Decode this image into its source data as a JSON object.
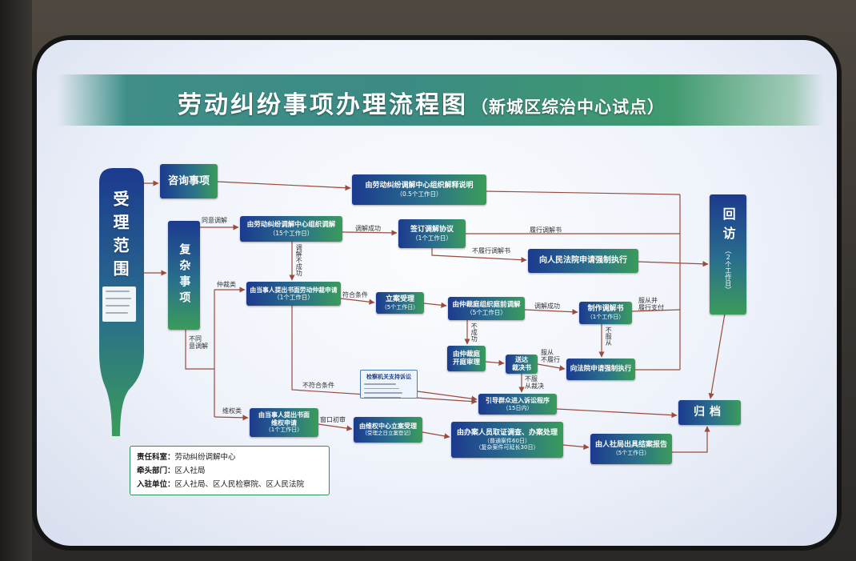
{
  "title": {
    "main": "劳动纠纷事项办理流程图",
    "sub": "（新城区综治中心试点）"
  },
  "colors": {
    "node_start": "#1c3a8e",
    "node_mid": "#2a6f8c",
    "node_end": "#3a9c5a",
    "edge": "#9b4b3b",
    "title_band": "#3f8f88",
    "info_border": "#2f8f5b"
  },
  "nodes": {
    "scope": {
      "label": "受理范围"
    },
    "consult": {
      "label": "咨询事项"
    },
    "complex": {
      "label": "复杂事项"
    },
    "explain": {
      "label": "由劳动纠纷调解中心组织解释说明",
      "time": "（0.5个工作日）"
    },
    "mediate": {
      "label": "由劳动纠纷调解中心组织调解",
      "time": "（15个工作日）"
    },
    "sign": {
      "label": "签订调解协议",
      "time": "（1个工作日）"
    },
    "court_enforce": {
      "label": "向人民法院申请强制执行"
    },
    "arbitration_apply": {
      "label": "由当事人提出书面劳动仲裁申请",
      "time": "（1个工作日）"
    },
    "accept": {
      "label": "立案受理",
      "time": "（5个工作日）"
    },
    "pre_mediation": {
      "label": "由仲裁庭组织庭前调解",
      "time": "（5个工作日）"
    },
    "mediation_doc": {
      "label": "制作调解书",
      "time": "（1个工作日）"
    },
    "trial": {
      "lines": [
        "由仲裁庭",
        "开庭审理"
      ]
    },
    "award": {
      "lines": [
        "送达",
        "裁决书"
      ]
    },
    "enforce": {
      "label": "向法院申请强制执行"
    },
    "procuratorate": {
      "label": "检察机关支持诉讼"
    },
    "litigation": {
      "label": "引导群众进入诉讼程序",
      "time": "（15日内）"
    },
    "rights_apply": {
      "lines": [
        "由当事人提出书面",
        "维权申请"
      ],
      "time": "（1个工作日）"
    },
    "rights_center": {
      "label": "由维权中心立案受理",
      "time": "（受理之日立案登记）"
    },
    "investigate": {
      "label": "由办案人员取证调查、办案处理",
      "time": [
        "（普通案件60日）",
        "（复杂案件可延长30日）"
      ]
    },
    "report": {
      "label": "由人社局出具结案报告",
      "time": "（5个工作日）"
    },
    "archive": {
      "label": "归档"
    },
    "revisit": {
      "label": "回访",
      "time": "（2个工作日）"
    }
  },
  "edge_labels": {
    "agree_mediation": "同意调解",
    "mediation_success": "调解成功",
    "fulfill": "履行调解书",
    "not_fulfill": "不履行调解书",
    "mediation_fail": "调解不成功",
    "arbitration_type": "仲裁类",
    "disagree_mediation": [
      "不同",
      "意调解"
    ],
    "rights_type": "维权类",
    "eligible": "符合条件",
    "pre_success": "调解成功",
    "comply_pay": [
      "服从并",
      "履行支付"
    ],
    "pre_fail": "不成功",
    "not_comply": "不服从",
    "comply_not_fulfill": [
      "服从",
      "不履行"
    ],
    "not_comply_award": [
      "不服",
      "从裁决"
    ],
    "ineligible": "不符合条件",
    "window_review": "窗口初审"
  },
  "info": [
    {
      "label": "责任科室：",
      "value": "劳动纠纷调解中心"
    },
    {
      "label": "牵头部门：",
      "value": "区人社局"
    },
    {
      "label": "入驻单位：",
      "value": "区人社局、区人民检察院、区人民法院"
    }
  ]
}
